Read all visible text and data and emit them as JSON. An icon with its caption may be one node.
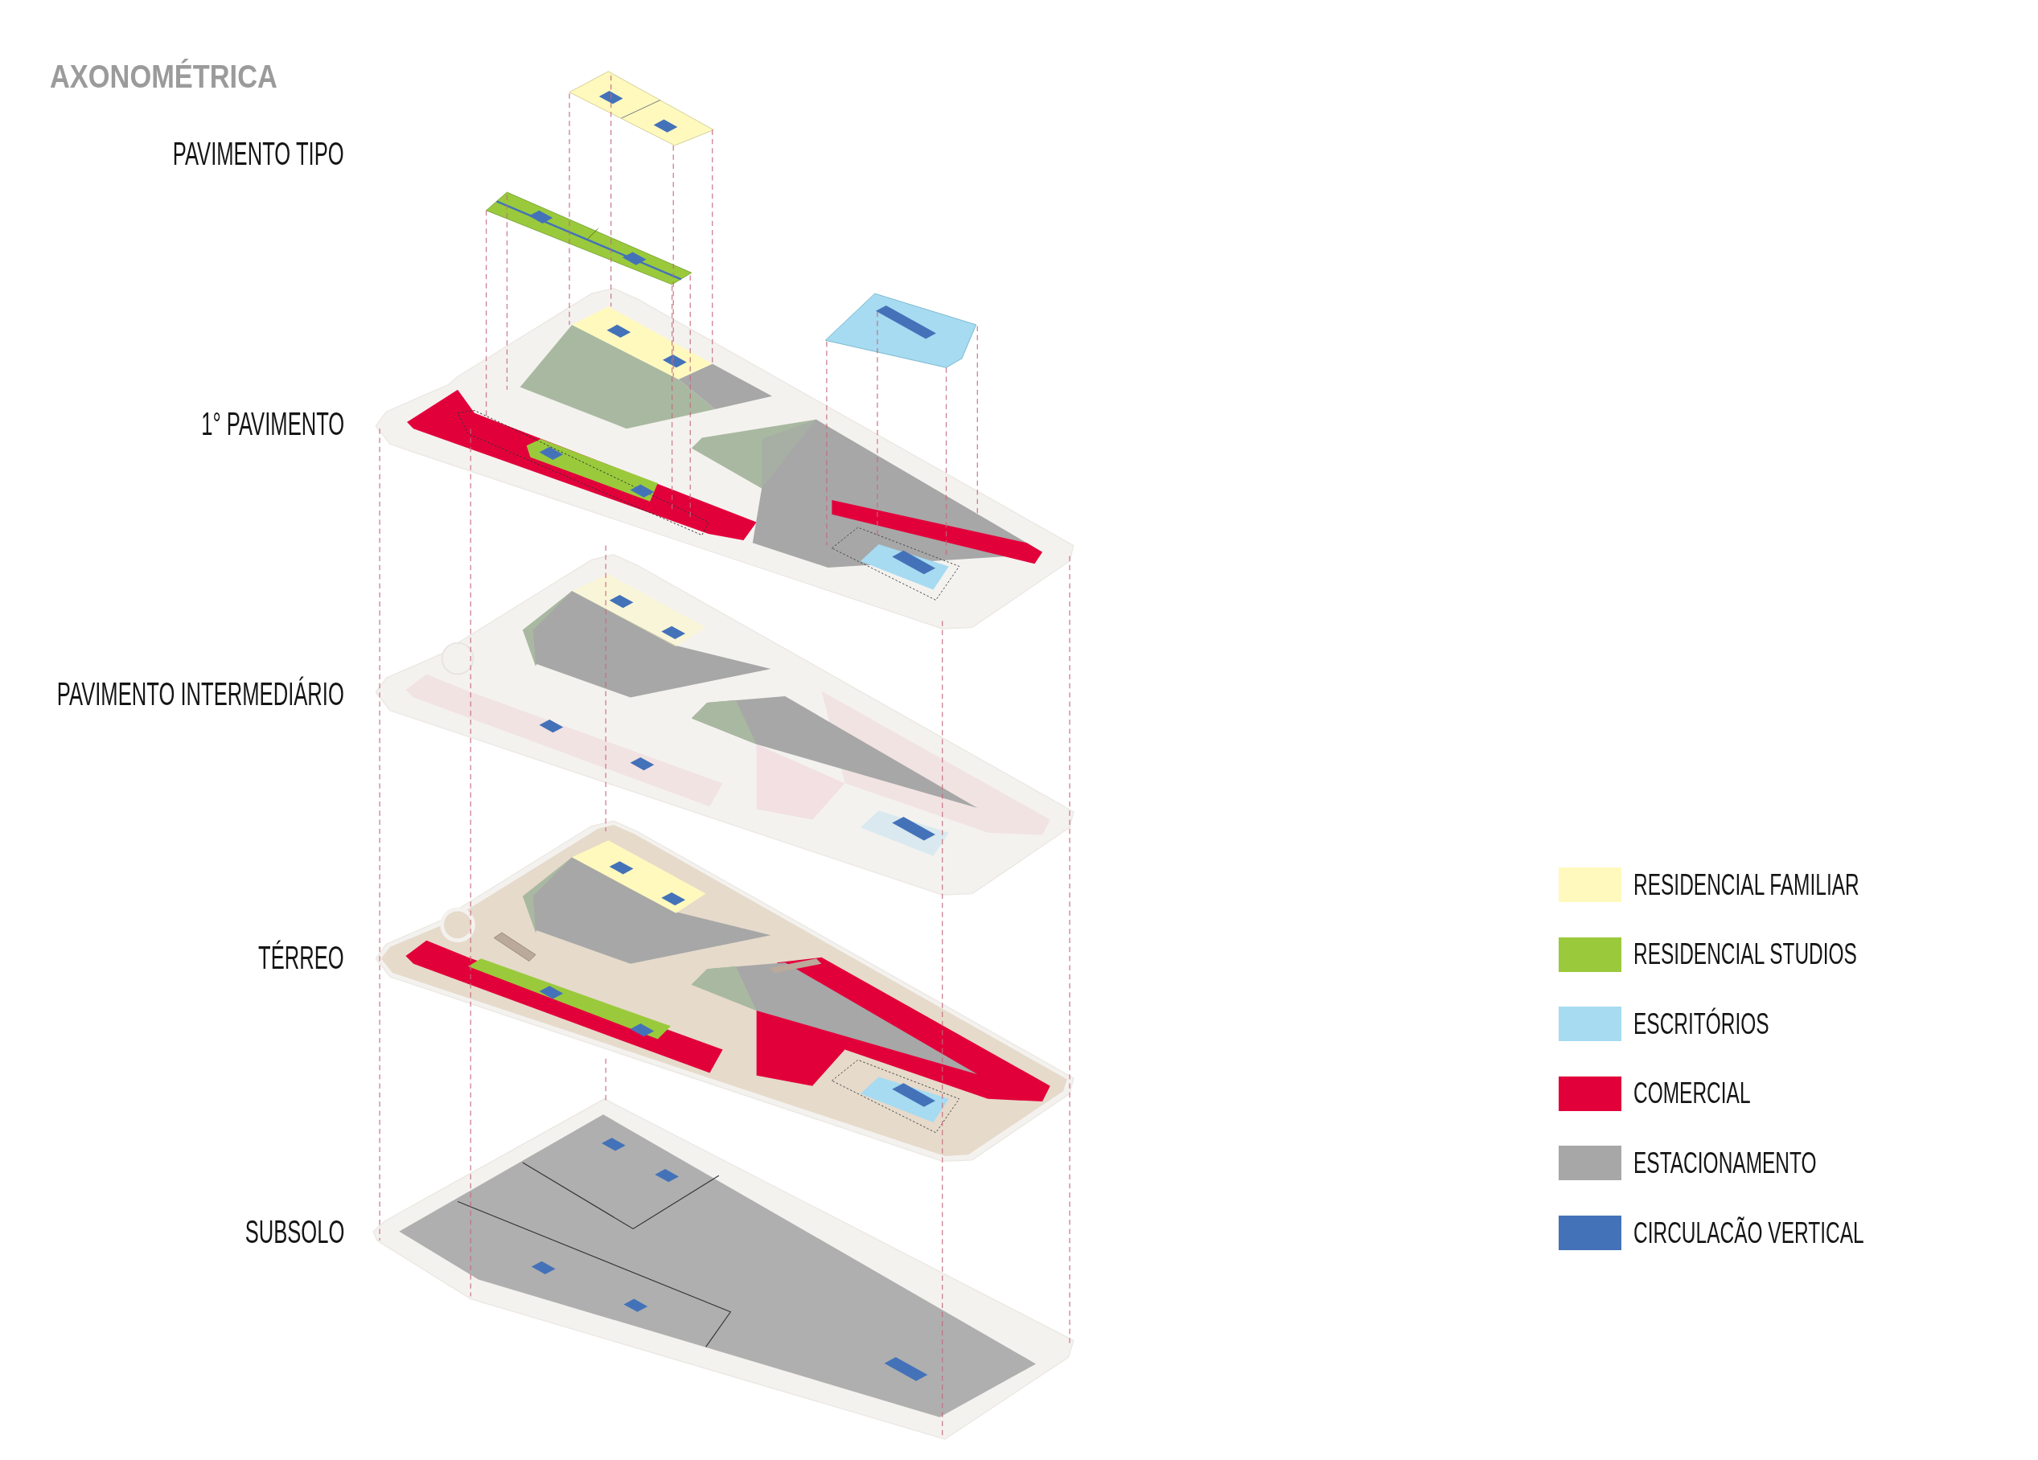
{
  "diagram": {
    "title": "AXONOMÉTRICA",
    "labels": [
      "PAVIMENTO TIPO",
      "1° PAVIMENTO",
      "PAVIMENTO INTERMEDIÁRIO",
      "TÉRREO",
      "SUBSOLO"
    ],
    "legend": [
      {
        "text": "RESIDENCIAL FAMILIAR",
        "color": "#fff9be"
      },
      {
        "text": "RESIDENCIAL STUDIOS",
        "color": "#9aca3c"
      },
      {
        "text": "ESCRITÓRIOS",
        "color": "#a6dbf1"
      },
      {
        "text": "COMERCIAL",
        "color": "#e2003b"
      },
      {
        "text": "ESTACIONAMENTO",
        "color": "#a7a7a7"
      },
      {
        "text": "CIRCULACÃO VERTICAL",
        "color": "#4472b9"
      }
    ]
  }
}
